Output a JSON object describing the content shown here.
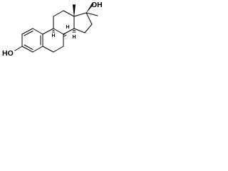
{
  "labels": {
    "oh_top": "OH",
    "ho_left": "HO",
    "h_ring_b": "H",
    "h_ring_c_upper": "H",
    "h_ring_c_lower": "H"
  },
  "colors": {
    "ink": "#000000",
    "background": "#ffffff"
  }
}
